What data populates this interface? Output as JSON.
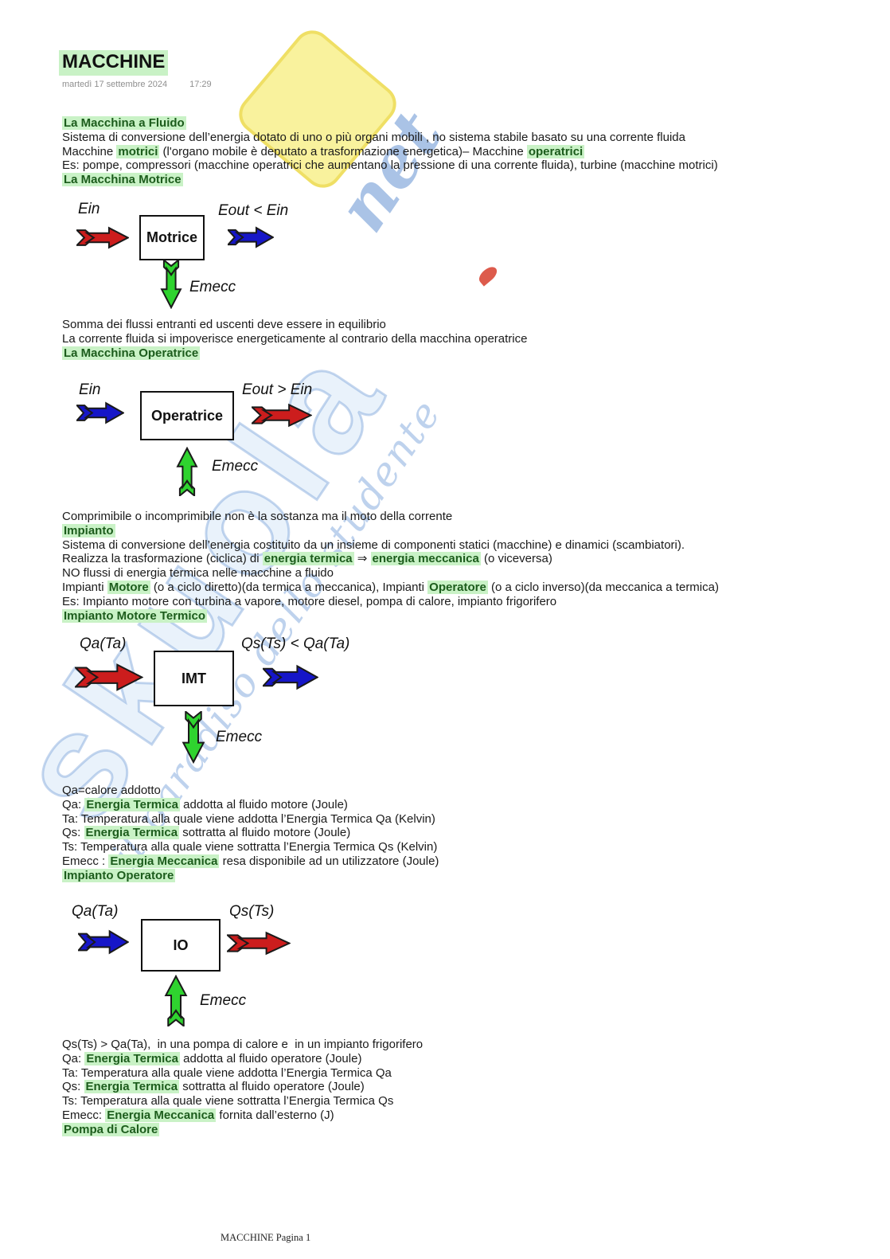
{
  "header": {
    "title": "MACCHINE",
    "date": "martedì 17 settembre 2024",
    "time": "17:29"
  },
  "watermark": {
    "word": "skuola",
    "net": "net",
    "script": "il paradiso dello studente"
  },
  "colors": {
    "highlight_bg": "#c9f2c6",
    "highlight_text": "#1c5c1c",
    "arrow_red": "#cc1d1d",
    "arrow_blue": "#1616c8",
    "arrow_green": "#2fd32f"
  },
  "blocks": [
    {
      "id": "intro",
      "lines": [
        {
          "runs": [
            {
              "text": "La Macchina a Fluido",
              "style": "hl"
            }
          ]
        },
        {
          "runs": [
            {
              "text": "Sistema di conversione dell’energia dotato di uno o più organi mobili , no sistema stabile basato su una corrente fluida"
            }
          ]
        },
        {
          "runs": [
            {
              "text": "Macchine "
            },
            {
              "text": "motrici",
              "style": "hl"
            },
            {
              "text": " (l'organo mobile è deputato a trasformazione energetica)– Macchine "
            },
            {
              "text": "operatrici",
              "style": "hl"
            }
          ]
        },
        {
          "runs": [
            {
              "text": "Es: pompe, compressori (macchine operatrici che aumentano la pressione di una corrente fluida), turbine (macchine motrici)"
            }
          ]
        },
        {
          "runs": [
            {
              "text": "La Macchina Motrice",
              "style": "hl"
            }
          ]
        }
      ]
    },
    {
      "id": "motrice-notes",
      "lines": [
        {
          "runs": [
            {
              "text": "Somma dei flussi entranti ed uscenti deve essere in equilibrio"
            }
          ]
        },
        {
          "runs": [
            {
              "text": "La corrente fluida si impoverisce energeticamente al contrario della macchina operatrice"
            }
          ]
        },
        {
          "runs": [
            {
              "text": "La Macchina Operatrice",
              "style": "hl"
            }
          ]
        }
      ]
    },
    {
      "id": "impianto",
      "lines": [
        {
          "runs": [
            {
              "text": "Comprimibile o incomprimibile non è la sostanza ma il moto della corrente"
            }
          ]
        },
        {
          "runs": [
            {
              "text": "Impianto",
              "style": "hl"
            }
          ]
        },
        {
          "runs": [
            {
              "text": "Sistema di conversione dell’energia costituito da un insieme di componenti statici (macchine) e dinamici (scambiatori)."
            }
          ]
        },
        {
          "runs": [
            {
              "text": "Realizza la trasformazione (ciclica) di "
            },
            {
              "text": "energia termica",
              "style": "hl"
            },
            {
              "text": " ⇒ "
            },
            {
              "text": "energia meccanica",
              "style": "hl"
            },
            {
              "text": " (o viceversa)"
            }
          ]
        },
        {
          "runs": [
            {
              "text": "NO flussi di energia termica nelle macchine a fluido"
            }
          ]
        },
        {
          "runs": [
            {
              "text": "Impianti "
            },
            {
              "text": "Motore",
              "style": "hl"
            },
            {
              "text": " (o a ciclo diretto)(da termica a meccanica), Impianti "
            },
            {
              "text": "Operatore",
              "style": "hl"
            },
            {
              "text": " (o a ciclo inverso)(da meccanica a termica)"
            }
          ]
        },
        {
          "runs": [
            {
              "text": "Es: Impianto motore con turbina a vapore, motore diesel, pompa di calore, impianto frigorifero"
            }
          ]
        },
        {
          "runs": [
            {
              "text": "Impianto Motore Termico",
              "style": "hl"
            }
          ]
        }
      ]
    },
    {
      "id": "imt-legend",
      "lines": [
        {
          "runs": [
            {
              "text": "Qa=calore addotto"
            }
          ]
        },
        {
          "runs": [
            {
              "text": "Qa: "
            },
            {
              "text": "Energia Termica",
              "style": "hl"
            },
            {
              "text": " addotta al fluido motore (Joule)"
            }
          ]
        },
        {
          "runs": [
            {
              "text": "Ta: Temperatura alla quale viene addotta l’Energia Termica Qa (Kelvin)"
            }
          ]
        },
        {
          "runs": [
            {
              "text": "Qs: "
            },
            {
              "text": "Energia Termica",
              "style": "hl"
            },
            {
              "text": " sottratta al fluido motore (Joule)"
            }
          ]
        },
        {
          "runs": [
            {
              "text": "Ts: Temperatura alla quale viene sottratta l’Energia Termica Qs (Kelvin)"
            }
          ]
        },
        {
          "runs": [
            {
              "text": "Emecc : "
            },
            {
              "text": "Energia Meccanica",
              "style": "hl"
            },
            {
              "text": " resa disponibile ad un utilizzatore (Joule)"
            }
          ]
        },
        {
          "runs": [
            {
              "text": "Impianto Operatore",
              "style": "hl"
            }
          ]
        }
      ]
    },
    {
      "id": "io-legend",
      "lines": [
        {
          "runs": [
            {
              "text": "Qs(Ts) > Qa(Ta),  in una pompa di calore e  in un impianto frigorifero"
            }
          ]
        },
        {
          "runs": [
            {
              "text": "Qa: "
            },
            {
              "text": "Energia Termica",
              "style": "hl"
            },
            {
              "text": " addotta al fluido operatore (Joule)"
            }
          ]
        },
        {
          "runs": [
            {
              "text": "Ta: Temperatura alla quale viene addotta l’Energia Termica Qa"
            }
          ]
        },
        {
          "runs": [
            {
              "text": "Qs: "
            },
            {
              "text": "Energia Termica",
              "style": "hl"
            },
            {
              "text": " sottratta al fluido operatore (Joule)"
            }
          ]
        },
        {
          "runs": [
            {
              "text": "Ts: Temperatura alla quale viene sottratta l’Energia Termica Qs"
            }
          ]
        },
        {
          "runs": [
            {
              "text": "Emecc: "
            },
            {
              "text": "Energia Meccanica",
              "style": "hl"
            },
            {
              "text": " fornita dall’esterno (J)"
            }
          ]
        },
        {
          "runs": [
            {
              "text": "Pompa di Calore",
              "style": "hl"
            }
          ]
        }
      ]
    }
  ],
  "diagrams": [
    {
      "id": "motrice",
      "in_label": "Ein",
      "in_color": "#cc1d1d",
      "box_label": "Motrice",
      "out_label": "Eout < Ein",
      "out_color": "#1616c8",
      "mech_label": "Emecc",
      "mech_color": "#2fd32f",
      "mech_dir": "down"
    },
    {
      "id": "operatrice",
      "in_label": "Ein",
      "in_color": "#1616c8",
      "box_label": "Operatrice",
      "out_label": "Eout > Ein",
      "out_color": "#cc1d1d",
      "mech_label": "Emecc",
      "mech_color": "#2fd32f",
      "mech_dir": "up"
    },
    {
      "id": "imt",
      "in_label": "Qa(Ta)",
      "in_color": "#cc1d1d",
      "box_label": "IMT",
      "out_label": "Qs(Ts) < Qa(Ta)",
      "out_color": "#1616c8",
      "mech_label": "Emecc",
      "mech_color": "#2fd32f",
      "mech_dir": "down"
    },
    {
      "id": "io",
      "in_label": "Qa(Ta)",
      "in_color": "#1616c8",
      "box_label": "IO",
      "out_label": "Qs(Ts)",
      "out_color": "#cc1d1d",
      "mech_label": "Emecc",
      "mech_color": "#2fd32f",
      "mech_dir": "up"
    }
  ],
  "footer": {
    "text": "MACCHINE Pagina 1"
  }
}
